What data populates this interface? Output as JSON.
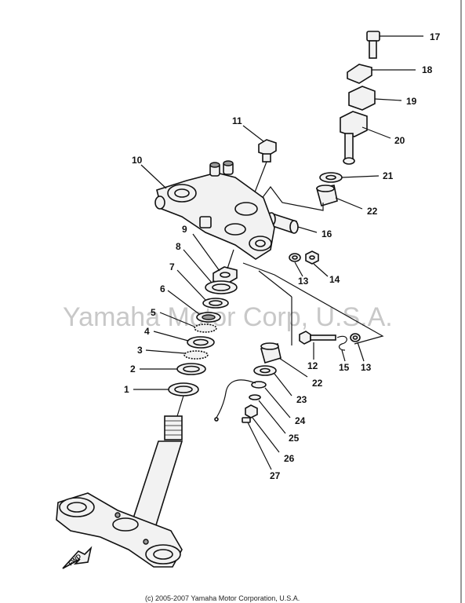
{
  "watermark": "Yamaha Motor Corp, U.S.A.",
  "footer": "(c) 2005-2007 Yamaha Motor Corporation, U.S.A.",
  "fwd_label": "FWD",
  "callouts": {
    "c1": "1",
    "c2": "2",
    "c3": "3",
    "c4": "4",
    "c5": "5",
    "c6": "6",
    "c7": "7",
    "c8": "8",
    "c9": "9",
    "c10": "10",
    "c11": "11",
    "c12": "12",
    "c13a": "13",
    "c13b": "13",
    "c14": "14",
    "c15": "15",
    "c16": "16",
    "c17": "17",
    "c18": "18",
    "c19": "19",
    "c20": "20",
    "c21": "21",
    "c22a": "22",
    "c22b": "22",
    "c23": "23",
    "c24": "24",
    "c25": "25",
    "c26": "26",
    "c27": "27"
  }
}
